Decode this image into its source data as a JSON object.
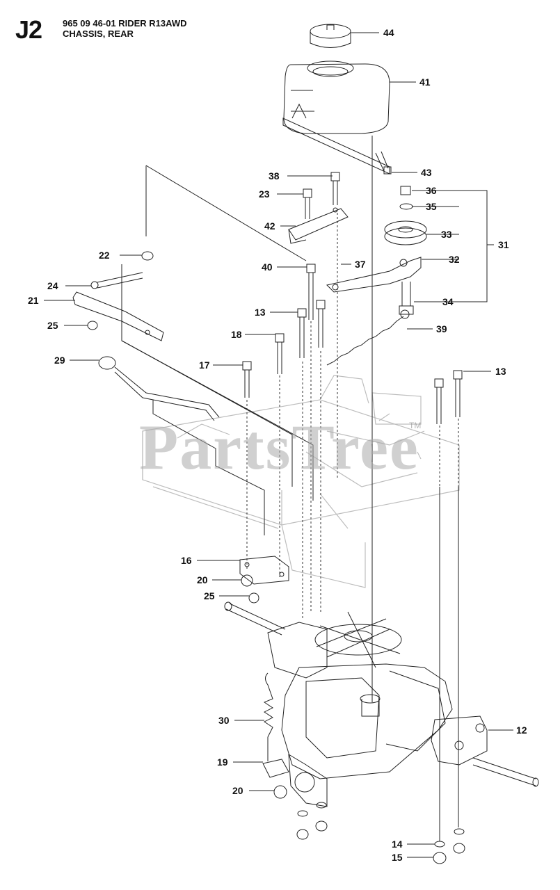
{
  "header": {
    "code": "J2",
    "line1": "965 09 46-01 RIDER R13AWD",
    "line2": "CHASSIS, REAR"
  },
  "watermark": {
    "text": "PartsTree",
    "tm": "TM"
  },
  "labels": {
    "p44": "44",
    "p41": "41",
    "p43": "43",
    "p38": "38",
    "p23": "23",
    "p36": "36",
    "p35": "35",
    "p42": "42",
    "p33": "33",
    "p31": "31",
    "p22": "22",
    "p40": "40",
    "p37": "37",
    "p32": "32",
    "p24": "24",
    "p21": "21",
    "p34": "34",
    "p13a": "13",
    "p25a": "25",
    "p39": "39",
    "p18": "18",
    "p29": "29",
    "p17": "17",
    "p13b": "13",
    "p16": "16",
    "p20a": "20",
    "p25b": "25",
    "p30": "30",
    "p12": "12",
    "p19": "19",
    "p20b": "20",
    "p14": "14",
    "p15": "15"
  },
  "colors": {
    "ink": "#111111",
    "line": "#222222",
    "ghost": "#b8b8b8"
  }
}
